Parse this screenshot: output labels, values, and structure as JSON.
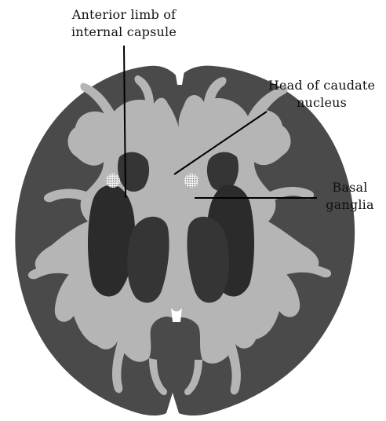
{
  "figure": {
    "labels": {
      "anterior_limb_line1": "Anterior limb of",
      "anterior_limb_line2": "internal capsule",
      "caudate_line1": "Head of caudate",
      "caudate_line2": "nucleus",
      "basal_line1": "Basal",
      "basal_line2": "ganglia"
    },
    "colors": {
      "gray_matter": "#4a4a4a",
      "white_matter": "#b5b5b5",
      "deep_nuclei": "#353535",
      "putamen": "#2b2b2b",
      "marker": "#d9d9d9",
      "leader_line": "#000000"
    }
  }
}
